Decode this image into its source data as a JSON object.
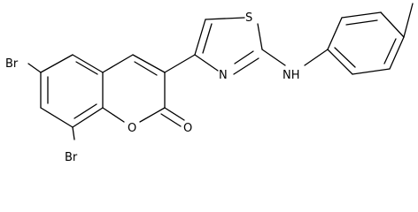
{
  "diagram": {
    "type": "chemical-structure",
    "atom_labels": {
      "br_upper": "Br",
      "br_lower": "Br",
      "ring_oxygen": "O",
      "carbonyl_oxygen": "O",
      "sulfur": "S",
      "thiazole_nitrogen": "N",
      "amine": "NH"
    },
    "colors": {
      "ink": "#000000",
      "background": "#ffffff"
    }
  }
}
